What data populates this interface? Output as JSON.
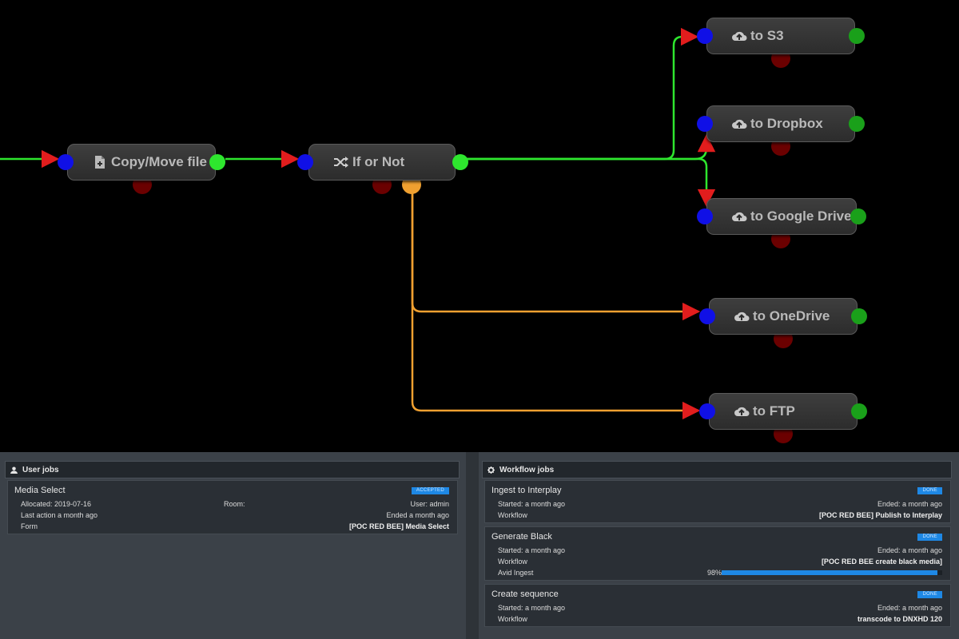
{
  "colors": {
    "background": "#000000",
    "port_in": "#1010e6",
    "port_out": "#1aa01a",
    "port_error": "#6b0000",
    "port_alternate": "#f0a030",
    "link_success": "#2ee62e",
    "link_alternate": "#f0a030",
    "arrow": "#e11d1d",
    "badge": "#1e88e5"
  },
  "workflow": {
    "nodes": [
      {
        "id": "copy",
        "label": "Copy/Move file",
        "icon": "file-copy-icon"
      },
      {
        "id": "ifnot",
        "label": "If or Not",
        "icon": "shuffle-icon"
      },
      {
        "id": "s3",
        "label": "to S3",
        "icon": "cloud-upload-icon"
      },
      {
        "id": "dropbox",
        "label": "to Dropbox",
        "icon": "cloud-upload-icon"
      },
      {
        "id": "gdrive",
        "label": "to Google Drive",
        "icon": "cloud-upload-icon"
      },
      {
        "id": "onedrive",
        "label": "to OneDrive",
        "icon": "cloud-upload-icon"
      },
      {
        "id": "ftp",
        "label": "to FTP",
        "icon": "cloud-upload-icon"
      }
    ]
  },
  "user_jobs": {
    "title": "User jobs",
    "icon": "user-icon",
    "jobs": [
      {
        "name": "Media Select",
        "status": "ACCEPTED",
        "allocated": "Allocated: 2019-07-16",
        "room": "Room:",
        "user": "User: admin",
        "last_action": "Last action a month ago",
        "ended": "Ended a month ago",
        "form_label": "Form",
        "form_value": "[POC RED BEE] Media Select"
      }
    ]
  },
  "workflow_jobs": {
    "title": "Workflow jobs",
    "icon": "gear-icon",
    "jobs": [
      {
        "name": "Ingest to Interplay",
        "status": "DONE",
        "started": "Started: a month ago",
        "ended": "Ended: a month ago",
        "workflow_label": "Workflow",
        "workflow_value": "[POC RED BEE] Publish to Interplay"
      },
      {
        "name": "Generate Black",
        "status": "DONE",
        "started": "Started: a month ago",
        "ended": "Ended: a month ago",
        "workflow_label": "Workflow",
        "workflow_value": "[POC RED BEE create black media]",
        "task_label": "Avid Ingest",
        "task_progress_text": "98%",
        "task_progress": 0.98
      },
      {
        "name": "Create sequence",
        "status": "DONE",
        "started": "Started: a month ago",
        "ended": "Ended: a month ago",
        "workflow_label": "Workflow",
        "workflow_value": "transcode to DNXHD 120"
      }
    ]
  }
}
